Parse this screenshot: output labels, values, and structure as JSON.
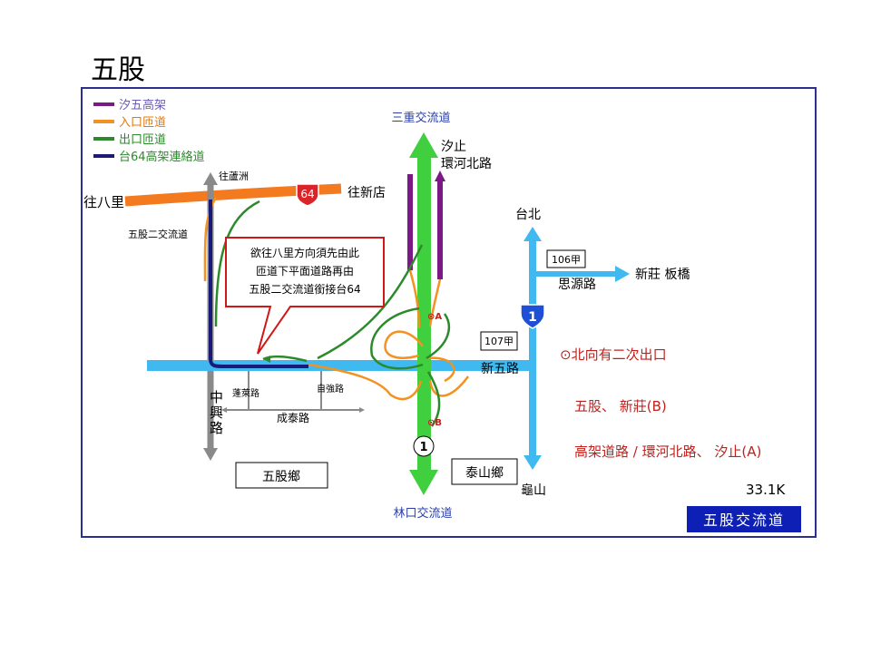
{
  "page": {
    "title": "五股"
  },
  "legend": [
    {
      "label": "汐五高架",
      "color": "#7b1a86",
      "text_color": "#6b5bb8"
    },
    {
      "label": "入口匝道",
      "color": "#f39220",
      "text_color": "#e07a10"
    },
    {
      "label": "出口匝道",
      "color": "#2c8a2c",
      "text_color": "#2c8a2c"
    },
    {
      "label": "台64高架連絡道",
      "color": "#1a1a7a",
      "text_color": "#2c8a2c"
    }
  ],
  "places": {
    "sanchong": "三重交流道",
    "xizhi_l1": "汐止",
    "xizhi_l2": "環河北路",
    "wang_luzhou": "往蘆洲",
    "wang_bali": "往八里",
    "wang_xindian": "往新店",
    "wugu2": "五股二交流道",
    "taipei": "台北",
    "xinzhuang_banqiao": "新莊  板橋",
    "siyuan": "思源路",
    "xinwu": "新五路",
    "zhongxing": [
      "中",
      "興",
      "路"
    ],
    "penglai": "蓬萊路",
    "ziqiang": "自強路",
    "chengtai": "成泰路",
    "wugu_xiang": "五股鄉",
    "taishan_xiang": "泰山鄉",
    "guishan": "龜山",
    "linkou": "林口交流道"
  },
  "shields": {
    "route64": "64",
    "route1_blue": "1",
    "route1_white": "1",
    "r106": "106甲",
    "r107": "107甲"
  },
  "markers": {
    "a": "⊙A",
    "b": "⊙B"
  },
  "callout": {
    "lines": [
      "欲往八里方向須先由此",
      "匝道下平面道路再由",
      "五股二交流道銜接台64"
    ]
  },
  "notes": {
    "line1": "⊙北向有二次出口",
    "line2": "五股、 新莊(B)",
    "line3": "高架道路 / 環河北路、 汐止(A)"
  },
  "km": "33.1K",
  "interchange_badge": "五股交流道",
  "colors": {
    "elevated": "#7b1a86",
    "entry": "#f39220",
    "exit": "#2c8a2c",
    "link64": "#1a1a7a",
    "freeway": "#3fcf3f",
    "local_road": "#3fb9f0",
    "route64_road": "#f47a20",
    "gray_road": "#8a8a8a",
    "frame": "#2b2f8f",
    "badge_bg": "#0d1fb5",
    "note_text": "#c0211d"
  }
}
